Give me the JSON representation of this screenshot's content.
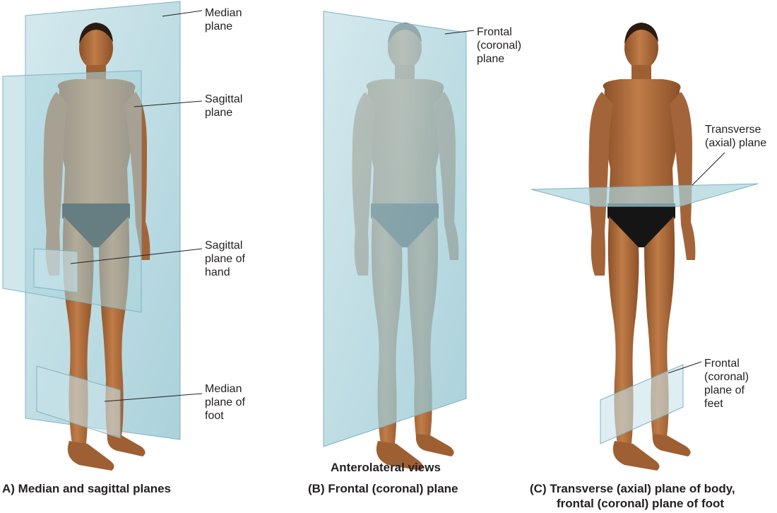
{
  "panels": {
    "a": {
      "caption": "A) Median and sagittal planes",
      "labels": {
        "median_plane": [
          "Median",
          "plane"
        ],
        "sagittal_plane": [
          "Sagittal",
          "plane"
        ],
        "sagittal_plane_hand": [
          "Sagittal",
          "plane of",
          "hand"
        ],
        "median_plane_foot": [
          "Median",
          "plane of",
          "foot"
        ]
      }
    },
    "b": {
      "caption": "(B) Frontal (coronal) plane",
      "labels": {
        "frontal_plane": [
          "Frontal",
          "(coronal)",
          "plane"
        ]
      }
    },
    "c": {
      "caption_line1": "(C) Transverse (axial) plane of body,",
      "caption_line2": "frontal (coronal) plane of foot",
      "labels": {
        "transverse_plane": [
          "Transverse",
          "(axial) plane"
        ],
        "frontal_plane_feet": [
          "Frontal",
          "(coronal)",
          "plane of",
          "feet"
        ]
      }
    }
  },
  "view_label": "Anterolateral views",
  "colors": {
    "plane_fill": "#a9d3dc",
    "plane_edge": "#7fb3c1",
    "skin": "#b4703f",
    "skin_shadow": "#8c5129",
    "hair": "#2a1b12",
    "briefs": "#151515",
    "leader_line": "#231f20"
  }
}
